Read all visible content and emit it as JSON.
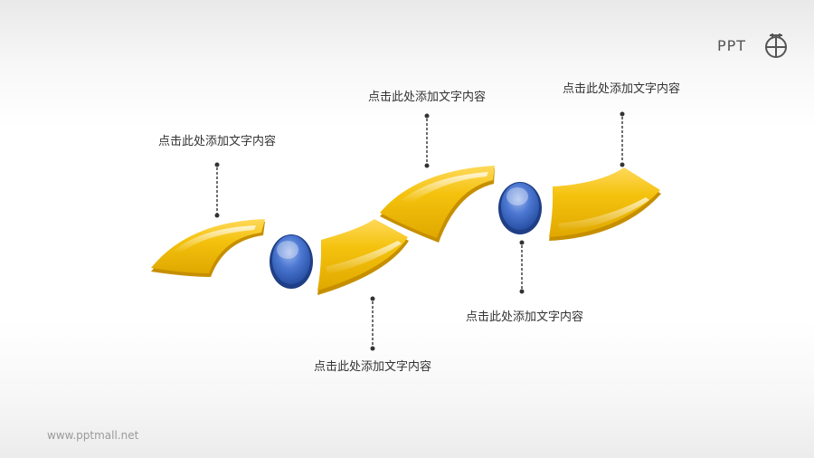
{
  "logo": {
    "text": "PPT",
    "mark_icon": "ppt-mall-emblem"
  },
  "labels": [
    "点击此处添加文字内容",
    "点击此处添加文字内容",
    "点击此处添加文字内容",
    "点击此处添加文字内容",
    "点击此处添加文字内容"
  ],
  "footer": {
    "url": "www.pptmall.net"
  },
  "colors": {
    "segment_fill": "#f1bc00",
    "segment_edge": "#c99600",
    "circle_fill": "#2f5cb3",
    "connector": "#333333"
  }
}
